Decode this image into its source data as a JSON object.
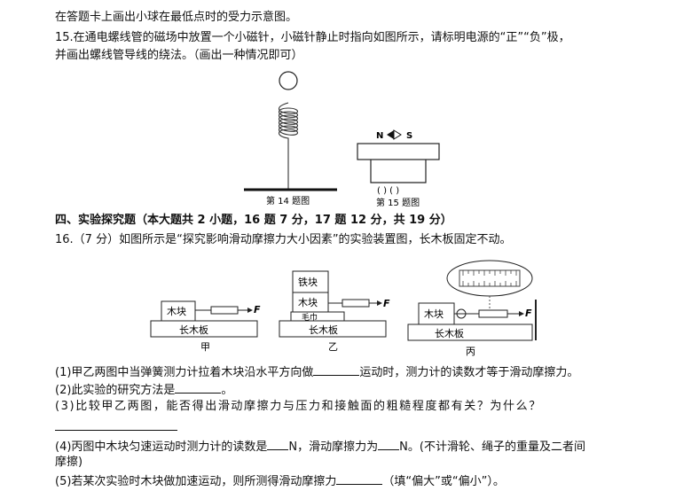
{
  "lines": {
    "l1": "在答题卡上画出小球在最低点时的受力示意图。",
    "l2": "15.在通电螺线管的磁场中放置一个小磁针，小磁针静止时指向如图所示，请标明电源的“正”“负”极，",
    "l3": "并画出螺线管导线的绕法。（画出一种情况即可）",
    "section4": "四、实验探究题（本大题共 2 小题，16 题 7 分，17 题 12 分，共 19 分）",
    "q16": "16.（7 分）如图所示是“探究影响滑动摩擦力大小因素”的实验装置图，长木板固定不动。",
    "q16_1a": "(1)甲乙两图中当弹簧测力计拉着木块沿水平方向做",
    "q16_1b": "运动时，测力计的读数才等于滑动摩擦力。",
    "q16_2a": "(2)此实验的研究方法是",
    "q16_2b": "。",
    "q16_3": "(3)比较甲乙两图，能否得出滑动摩擦力与压力和接触面的粗糙程度都有关？为什么？",
    "q16_4a": "(4)丙图中木块匀速运动时测力计的读数是",
    "q16_4b": "N，滑动摩擦力为",
    "q16_4c": "N。(不计滑轮、绳子的重量及二者间",
    "q16_4d": "摩擦)",
    "q16_5a": "(5)若某次实验时木块做加速运动，则所测得滑动摩擦力",
    "q16_5b": "（填“偏大”或“偏小”）。"
  },
  "figures": {
    "fig14_caption": "第 14 题图",
    "fig15_caption": "第 15 题图",
    "fig15_n": "N",
    "fig15_s": "S",
    "fig15_terminals": "(  )  (  )",
    "labels": {
      "mukuai": "木块",
      "changmuban": "长木板",
      "tiekuai": "铁块",
      "maojin": "毛巾",
      "F": "F",
      "jia": "甲",
      "yi": "乙",
      "bing": "丙"
    }
  }
}
